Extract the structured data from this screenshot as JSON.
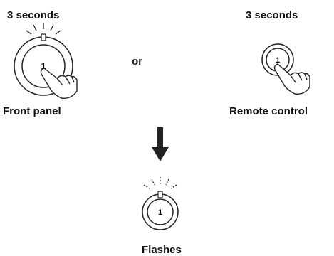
{
  "top_left_label": "3 seconds",
  "top_right_label": "3 seconds",
  "or_label": "or",
  "front_panel": {
    "caption": "Front panel",
    "button_number": "1"
  },
  "remote_control": {
    "caption": "Remote control",
    "button_number": "1"
  },
  "result": {
    "caption": "Flashes",
    "button_number": "1"
  }
}
